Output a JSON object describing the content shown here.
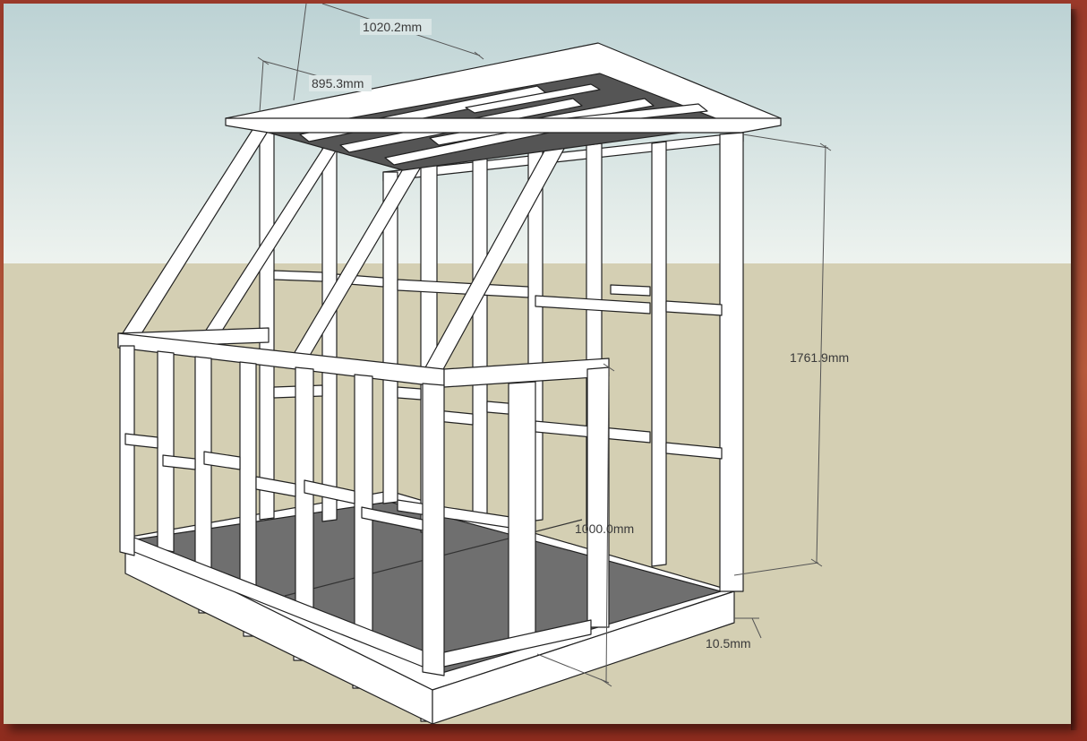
{
  "colors": {
    "sky_top": "#c4d8d8",
    "sky_bottom": "#e9f0ec",
    "ground": "#d4cfb3",
    "frame_border": "#9b3a2a",
    "timber": "#ffffff",
    "timber_edge": "#222222",
    "floor": "#7a7a7a",
    "roof_panel": "#5a5a5a",
    "dimension_line": "#555555"
  },
  "dimensions": {
    "roof_length": "1020.2mm",
    "roof_depth": "895.3mm",
    "wall_height": "1761.9mm",
    "door_height": "1000.0mm",
    "floor_thickness": "10.5mm"
  }
}
